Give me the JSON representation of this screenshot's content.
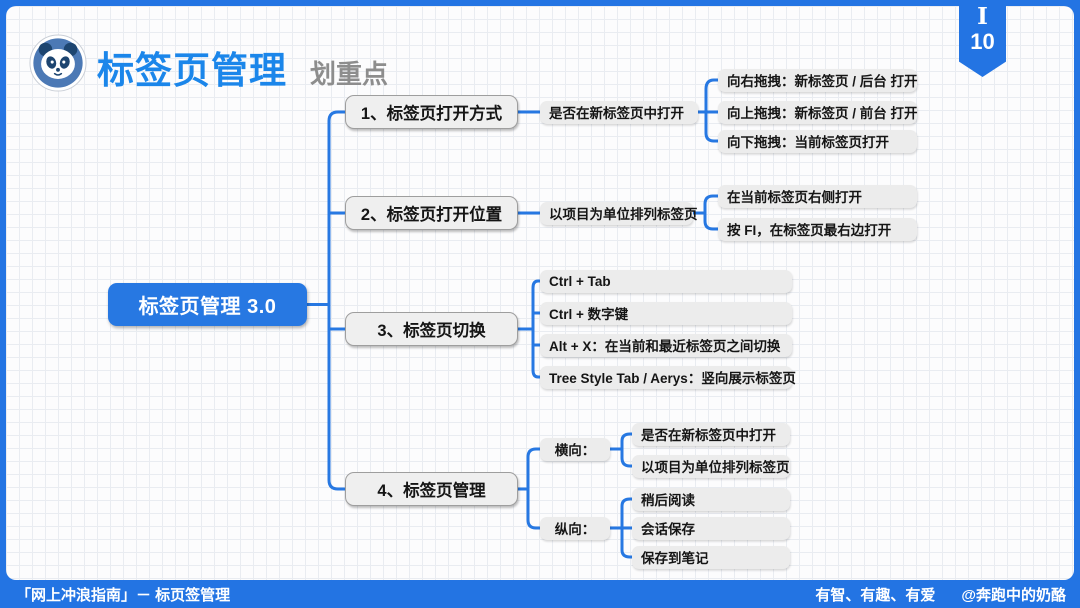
{
  "header": {
    "title": "标签页管理",
    "subtitle": "划重点"
  },
  "ribbon": {
    "numeral": "I",
    "number": "10"
  },
  "mindmap": {
    "root": "标签页管理 3.0",
    "branches": [
      {
        "label": "1、标签页打开方式",
        "child": "是否在新标签页中打开",
        "leaves": [
          "向右拖拽：新标签页 / 后台 打开",
          "向上拖拽：新标签页 / 前台 打开",
          "向下拖拽：当前标签页打开"
        ]
      },
      {
        "label": "2、标签页打开位置",
        "child": "以项目为单位排列标签页",
        "leaves": [
          "在当前标签页右侧打开",
          "按 FI，在标签页最右边打开"
        ]
      },
      {
        "label": "3、标签页切换",
        "leaves": [
          "Ctrl + Tab",
          "Ctrl + 数字键",
          "Alt + X：在当前和最近标签页之间切换",
          "Tree Style Tab / Aerys：竖向展示标签页"
        ]
      },
      {
        "label": "4、标签页管理",
        "groups": [
          {
            "label": "横向：",
            "leaves": [
              "是否在新标签页中打开",
              "以项目为单位排列标签页"
            ]
          },
          {
            "label": "纵向：",
            "leaves": [
              "稍后阅读",
              "会话保存",
              "保存到笔记"
            ]
          }
        ]
      }
    ]
  },
  "footer": {
    "left": "「网上冲浪指南」－ 标页签管理",
    "slogan": "有智、有趣、有爱",
    "handle": "@奔跑中的奶酪"
  },
  "icons": {
    "logo": "panda-icon",
    "ribbon": "bookmark-ribbon-icon"
  },
  "colors": {
    "accent": "#2778E2",
    "frame_blue": "#2374E3",
    "title_blue": "#1B86EA",
    "subtitle_gray": "#8D8D8D",
    "main_node_bg": "#EFEFEF",
    "leaf_node_bg": "#ECECEC",
    "panda_blue": "#4C79B5",
    "panda_dark": "#1D4570"
  }
}
